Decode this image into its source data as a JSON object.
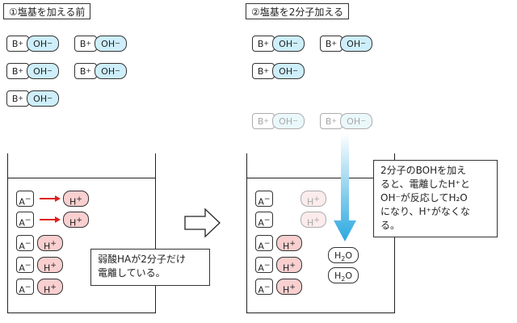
{
  "left": {
    "title": "①塩基を加える前",
    "b_label": "B",
    "oh_label": "OH",
    "a_label": "A",
    "h_label": "H",
    "note_line1": "弱酸HAが2分子だけ",
    "note_line2": "電離している。"
  },
  "right": {
    "title": "②塩基を2分子加える",
    "b_label": "B",
    "oh_label": "OH",
    "a_label": "A",
    "h_label": "H",
    "water_h": "H",
    "water_sub": "2",
    "water_o": "O",
    "note_line1": "2分子のBOHを加え",
    "note_line2": "ると、電離したH⁺と",
    "note_line3": "OH⁻が反応してH₂O",
    "note_line4": "になり、H⁺がなくな",
    "note_line5": "る。"
  },
  "colors": {
    "oh_fill": "#cdeefa",
    "h_fill": "#f9cfcf",
    "red_arrow": "#e02020",
    "blue_arrow": "#2aa8e0"
  }
}
